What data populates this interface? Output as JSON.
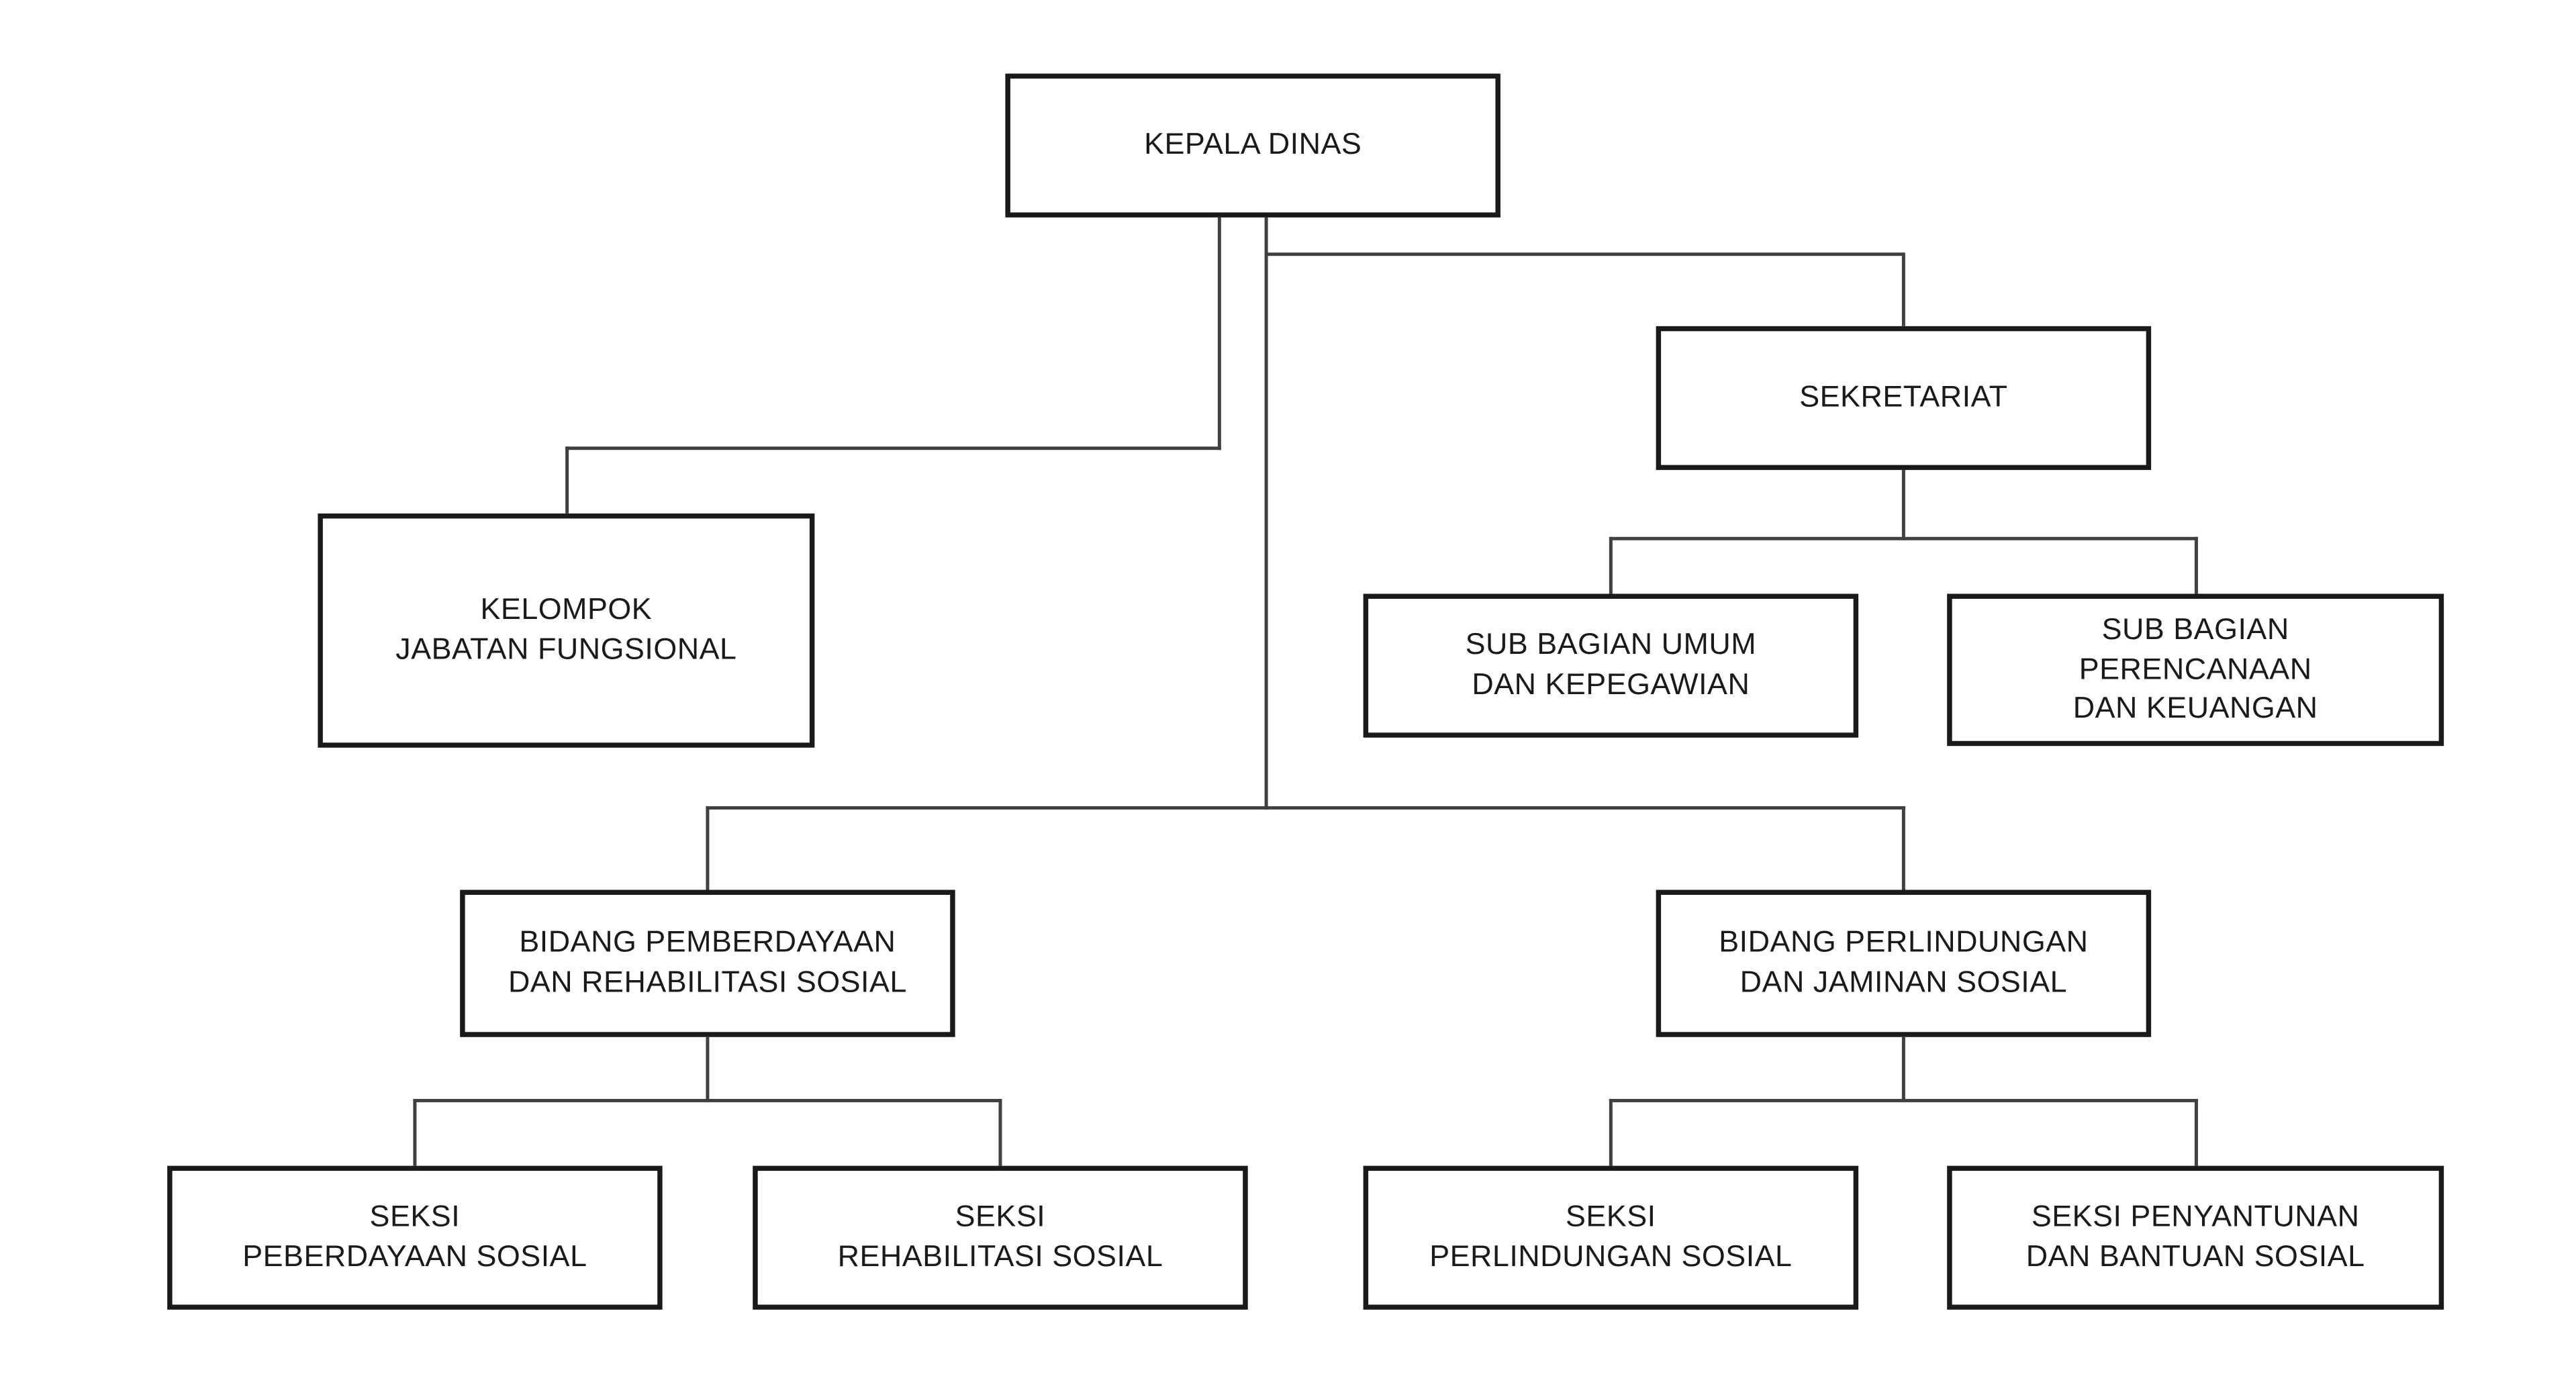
{
  "diagram": {
    "type": "org-chart",
    "nodes": {
      "kepala_dinas": {
        "label": "KEPALA DINAS"
      },
      "sekretariat": {
        "label": "SEKRETARIAT"
      },
      "kelompok_jabatan_fungsional": {
        "label": "KELOMPOK\nJABATAN FUNGSIONAL"
      },
      "sub_bagian_umum_dan_kepegawian": {
        "label": "SUB BAGIAN UMUM\nDAN KEPEGAWIAN"
      },
      "sub_bagian_perencanaan_dan_keuangan": {
        "label": "SUB BAGIAN\nPERENCANAAN\nDAN KEUANGAN"
      },
      "bidang_pemberdayaan_dan_rehabilitasi_sosial": {
        "label": "BIDANG PEMBERDAYAAN\nDAN REHABILITASI SOSIAL"
      },
      "bidang_perlindungan_dan_jaminan_sosial": {
        "label": "BIDANG PERLINDUNGAN\nDAN JAMINAN SOSIAL"
      },
      "seksi_peberdayaan_sosial": {
        "label": "SEKSI\nPEBERDAYAAN SOSIAL"
      },
      "seksi_rehabilitasi_sosial": {
        "label": "SEKSI\nREHABILITASI SOSIAL"
      },
      "seksi_perlindungan_sosial": {
        "label": "SEKSI\nPERLINDUNGAN SOSIAL"
      },
      "seksi_penyantunan_dan_bantuan_sosial": {
        "label": "SEKSI PENYANTUNAN\nDAN BANTUAN SOSIAL"
      }
    },
    "edges": [
      {
        "from": "kepala_dinas",
        "to": "kelompok_jabatan_fungsional"
      },
      {
        "from": "kepala_dinas",
        "to": "sekretariat"
      },
      {
        "from": "kepala_dinas",
        "to": "bidang_pemberdayaan_dan_rehabilitasi_sosial"
      },
      {
        "from": "kepala_dinas",
        "to": "bidang_perlindungan_dan_jaminan_sosial"
      },
      {
        "from": "sekretariat",
        "to": "sub_bagian_umum_dan_kepegawian"
      },
      {
        "from": "sekretariat",
        "to": "sub_bagian_perencanaan_dan_keuangan"
      },
      {
        "from": "bidang_pemberdayaan_dan_rehabilitasi_sosial",
        "to": "seksi_peberdayaan_sosial"
      },
      {
        "from": "bidang_pemberdayaan_dan_rehabilitasi_sosial",
        "to": "seksi_rehabilitasi_sosial"
      },
      {
        "from": "bidang_perlindungan_dan_jaminan_sosial",
        "to": "seksi_perlindungan_sosial"
      },
      {
        "from": "bidang_perlindungan_dan_jaminan_sosial",
        "to": "seksi_penyantunan_dan_bantuan_sosial"
      }
    ],
    "colors": {
      "background": "#ffffff",
      "box_border": "#1a1a1a",
      "connector": "#404040",
      "text": "#1a1a1a"
    }
  }
}
